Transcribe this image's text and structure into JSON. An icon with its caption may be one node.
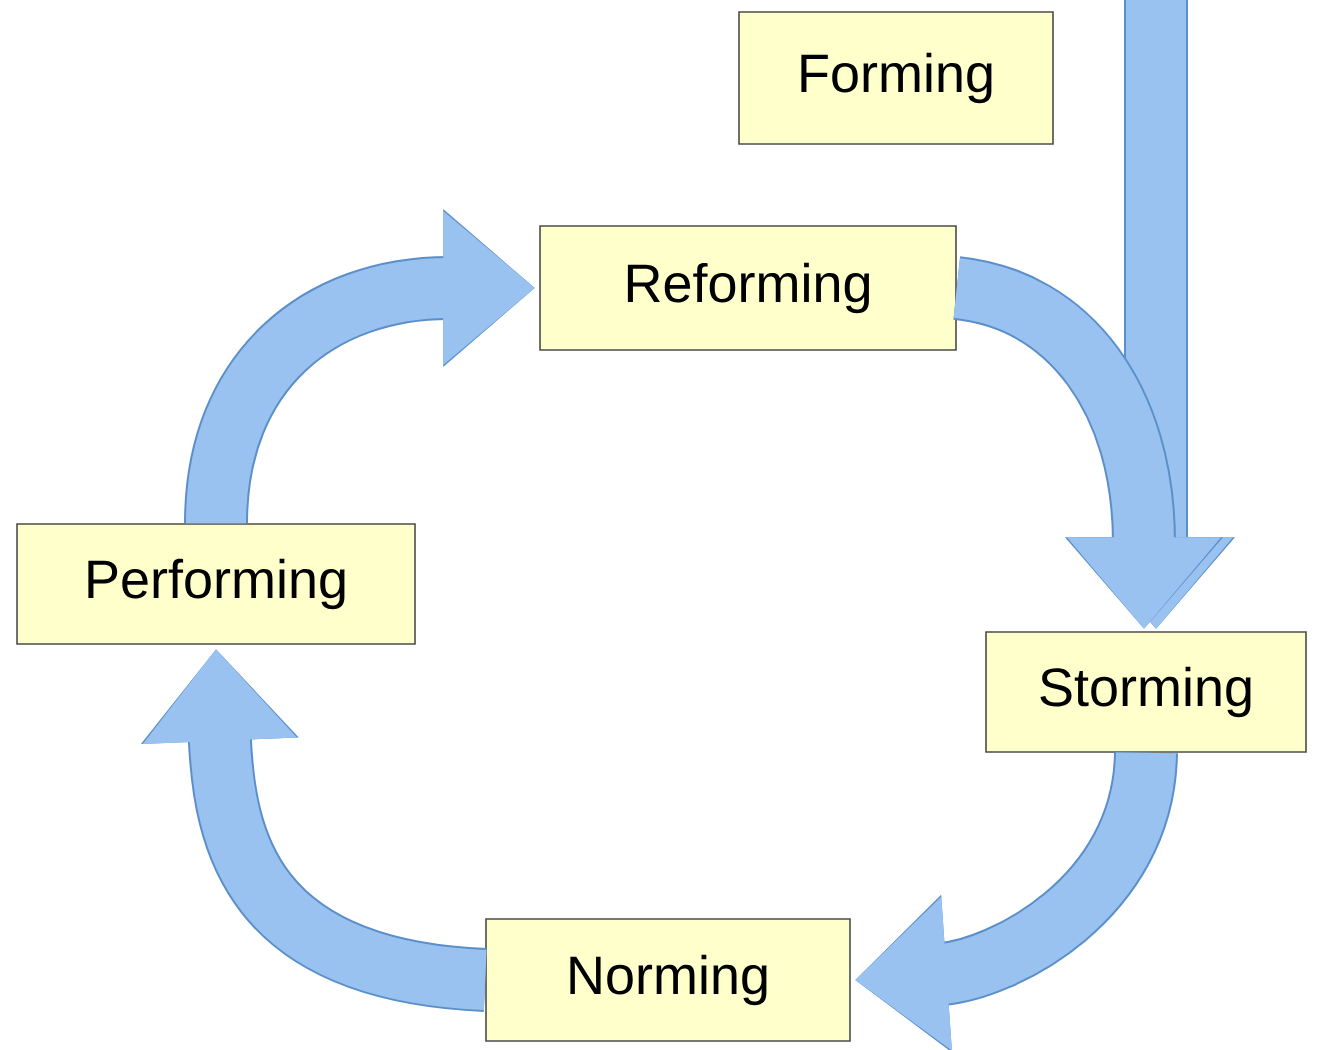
{
  "diagram": {
    "nodes": [
      {
        "text": [
          "Forming"
        ]
      },
      {
        "text": [
          "Reforming"
        ]
      },
      {
        "text": [
          "Performing"
        ]
      },
      {
        "text": [
          "Storming"
        ]
      },
      {
        "text": [
          "Norming"
        ]
      }
    ],
    "edges": [
      {
        "from": null,
        "to": 3,
        "arrow": "to"
      },
      {
        "from": 1,
        "to": 3,
        "arrow": "to"
      },
      {
        "from": 3,
        "to": 4,
        "arrow": "to"
      },
      {
        "from": 4,
        "to": 2,
        "arrow": "to"
      },
      {
        "from": 2,
        "to": 1,
        "arrow": "to"
      }
    ]
  }
}
